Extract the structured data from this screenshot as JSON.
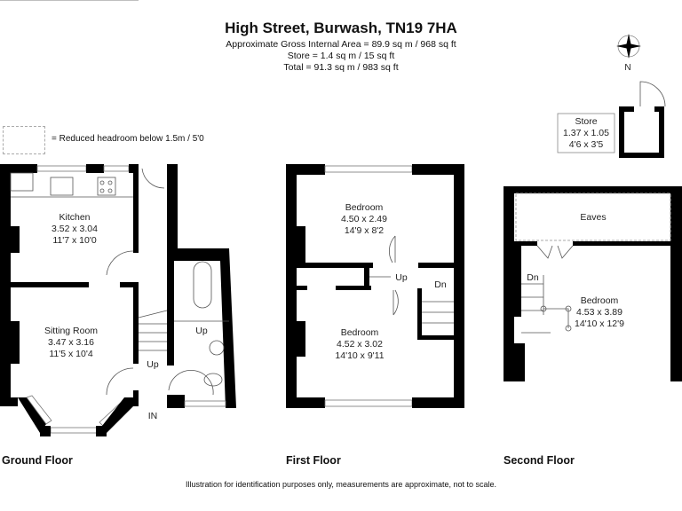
{
  "header": {
    "title": "High Street, Burwash, TN19 7HA",
    "gross_area": "Approximate Gross Internal Area = 89.9 sq m / 968 sq ft",
    "store_area": "Store = 1.4 sq m / 15 sq ft",
    "total_area": "Total = 91.3 sq m / 983 sq ft"
  },
  "legend": {
    "text": "= Reduced headroom below 1.5m / 5'0"
  },
  "compass": {
    "label": "N"
  },
  "store": {
    "name": "Store",
    "metric": "1.37 x 1.05",
    "imperial": "4'6 x 3'5"
  },
  "ground_floor": {
    "label": "Ground Floor",
    "kitchen": {
      "name": "Kitchen",
      "metric": "3.52 x 3.04",
      "imperial": "11'7 x 10'0"
    },
    "sitting": {
      "name": "Sitting Room",
      "metric": "3.47 x 3.16",
      "imperial": "11'5 x 10'4"
    },
    "stairs_up": "Up",
    "bath_up": "Up",
    "entrance": "IN"
  },
  "first_floor": {
    "label": "First Floor",
    "bedroom1": {
      "name": "Bedroom",
      "metric": "4.50 x 2.49",
      "imperial": "14'9 x 8'2"
    },
    "bedroom2": {
      "name": "Bedroom",
      "metric": "4.52 x 3.02",
      "imperial": "14'10 x 9'11"
    },
    "up": "Up",
    "dn": "Dn"
  },
  "second_floor": {
    "label": "Second Floor",
    "eaves": "Eaves",
    "bedroom": {
      "name": "Bedroom",
      "metric": "4.53 x 3.89",
      "imperial": "14'10 x 12'9"
    },
    "dn": "Dn"
  },
  "footer": {
    "disclaimer": "Illustration for identification purposes only, measurements are approximate, not to scale."
  }
}
